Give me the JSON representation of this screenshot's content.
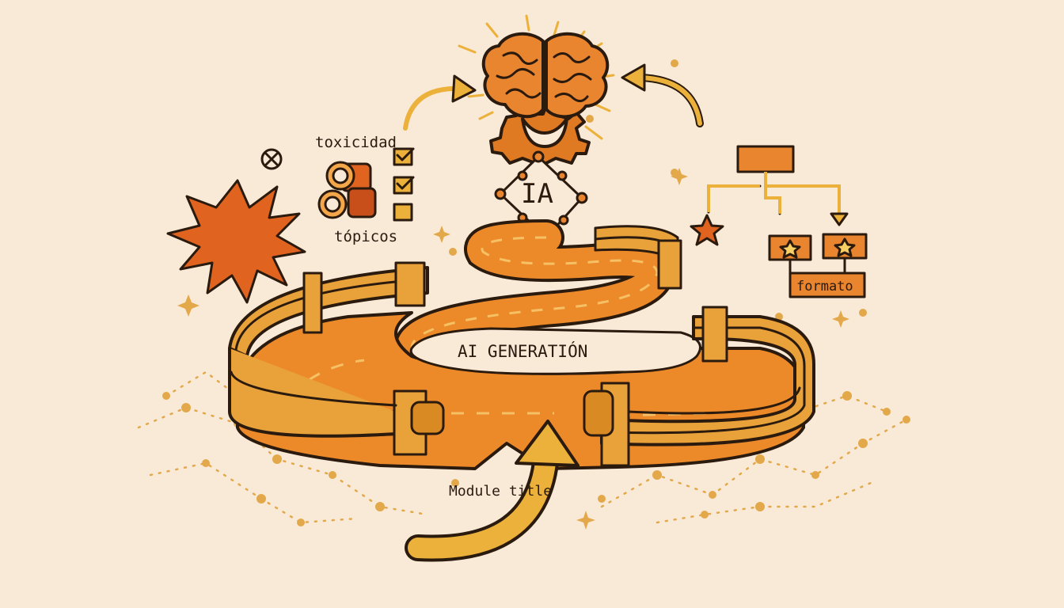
{
  "labels": {
    "toxicity": "toxicidad",
    "topics": "tópicos",
    "ai_badge": "IA",
    "format": "formato",
    "generation": "AI GENERATIÓN",
    "module_title": "Module title"
  },
  "colors": {
    "background": "#f9ead8",
    "road": "#ec8a2a",
    "rail": "#e9a23a",
    "brain": "#e8852e",
    "arrow": "#ecb13a",
    "ink": "#2b1a0e",
    "dots": "#e3a84a"
  },
  "icons": [
    "brain-icon",
    "gear-icon",
    "starburst-icon",
    "prohibited-icon",
    "checkbox-icon",
    "star-icon",
    "flowchart-icon",
    "sparkle-icon"
  ]
}
